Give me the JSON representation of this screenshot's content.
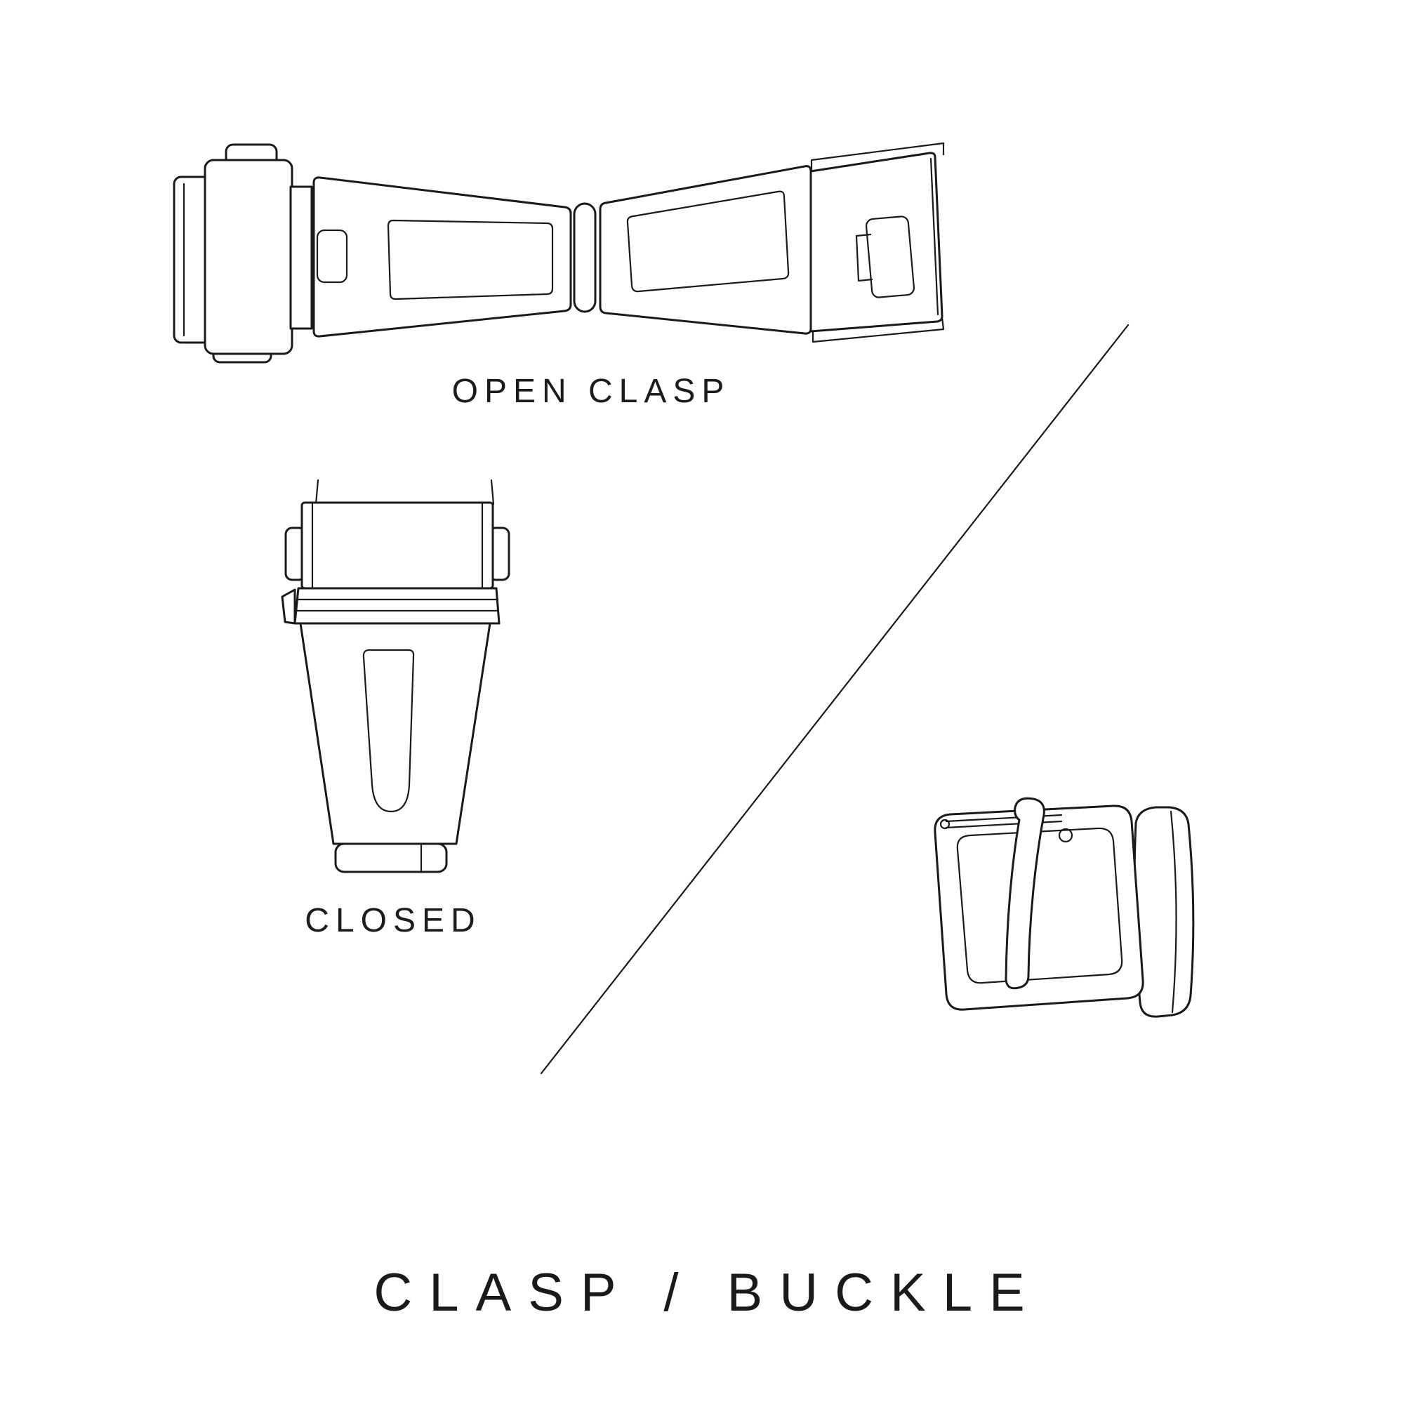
{
  "diagram": {
    "title": "CLASP / BUCKLE",
    "labels": {
      "open_clasp": "OPEN CLASP",
      "closed": "CLOSED"
    },
    "illustrations": [
      "open-clasp-illustration",
      "closed-clasp-illustration",
      "tang-buckle-illustration",
      "divider-line"
    ],
    "colors": {
      "ink": "#1a1a1a",
      "background": "#ffffff"
    }
  }
}
